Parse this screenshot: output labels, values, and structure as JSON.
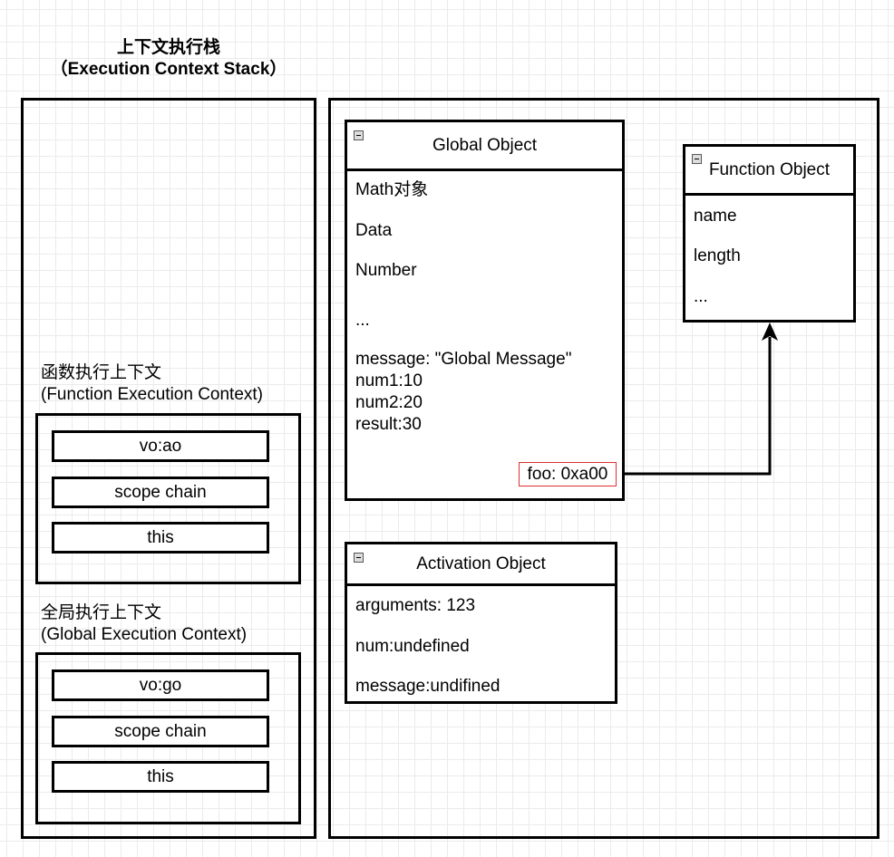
{
  "title": {
    "line1": "上下文执行栈",
    "line2": "（Execution Context Stack）"
  },
  "function_context": {
    "label_cn": "函数执行上下文",
    "label_en": "(Function Execution Context)",
    "rows": [
      "vo:ao",
      "scope chain",
      "this"
    ]
  },
  "global_context": {
    "label_cn": "全局执行上下文",
    "label_en": "(Global Execution Context)",
    "rows": [
      "vo:go",
      "scope chain",
      "this"
    ]
  },
  "global_object": {
    "title": "Global Object",
    "fields": [
      "Math对象",
      "Data",
      "Number",
      "...",
      "message: \"Global Message\"",
      "num1:10",
      "num2:20",
      "result:30"
    ],
    "foo": "foo: 0xa00"
  },
  "function_object": {
    "title": "Function Object",
    "fields": [
      "name",
      "length",
      "..."
    ]
  },
  "activation_object": {
    "title": "Activation Object",
    "fields": [
      "arguments: 123",
      "num:undefined",
      "message:undifined"
    ]
  },
  "colors": {
    "border": "#000000",
    "highlight": "#e03030",
    "grid": "#ebebeb"
  }
}
